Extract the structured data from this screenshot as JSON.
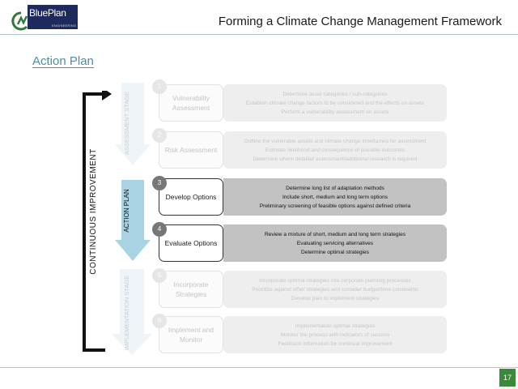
{
  "logo": {
    "text": "BluePlan",
    "subtext": "ENGINEERING"
  },
  "header": {
    "title": "Forming a Climate Change Management Framework"
  },
  "section_title": "Action Plan",
  "cycle_label": "CONTINUOUS IMPROVEMENT",
  "stages": [
    {
      "label": "ASSESSMENT STAGE"
    },
    {
      "label": "ACTION PLAN"
    },
    {
      "label": "IMPLEMENTATION STAGE"
    }
  ],
  "steps": [
    {
      "number": "1",
      "title": "Vulnerability Assessment",
      "details": [
        "Determine asset categories / sub-categories",
        "Establish climate change factors to be considered and the effects on assets",
        "Perform a vulnerability assessment on assets"
      ]
    },
    {
      "number": "2",
      "title": "Risk Assessment",
      "details": [
        "Outline the vulnerable assets and climate change timeframes for assessment",
        "Estimate likelihood and consequence of possible outcomes",
        "Determine where detailed assessment/additional research is required"
      ]
    },
    {
      "number": "3",
      "title": "Develop Options",
      "details": [
        "Determine long list of adaptation methods",
        "Include short, medium and long term options",
        "Preliminary screening of feasible options against defined criteria"
      ]
    },
    {
      "number": "4",
      "title": "Evaluate Options",
      "details": [
        "Review a mixture of short, medium and long term strategies",
        "Evaluating servicing alternatives",
        "Determine optimal strategies"
      ]
    },
    {
      "number": "5",
      "title": "Incorporate Strategies",
      "details": [
        "Incorporate optimal strategies into corporate planning processes",
        "Prioritize against other strategies and consider budget/time constraints",
        "Develop plan to implement strategies"
      ]
    },
    {
      "number": "6",
      "title": "Implement and Monitor",
      "details": [
        "Implementation optimal strategies",
        "Monitor the process with indicators of success",
        "Feedback information for continual improvement"
      ]
    }
  ],
  "page_number": "17",
  "colors": {
    "brand_navy": "#1f2a5c",
    "accent_teal": "#4a8fa7",
    "arrow_blue": "#a9d3e3",
    "page_badge": "#3a8a3a"
  }
}
